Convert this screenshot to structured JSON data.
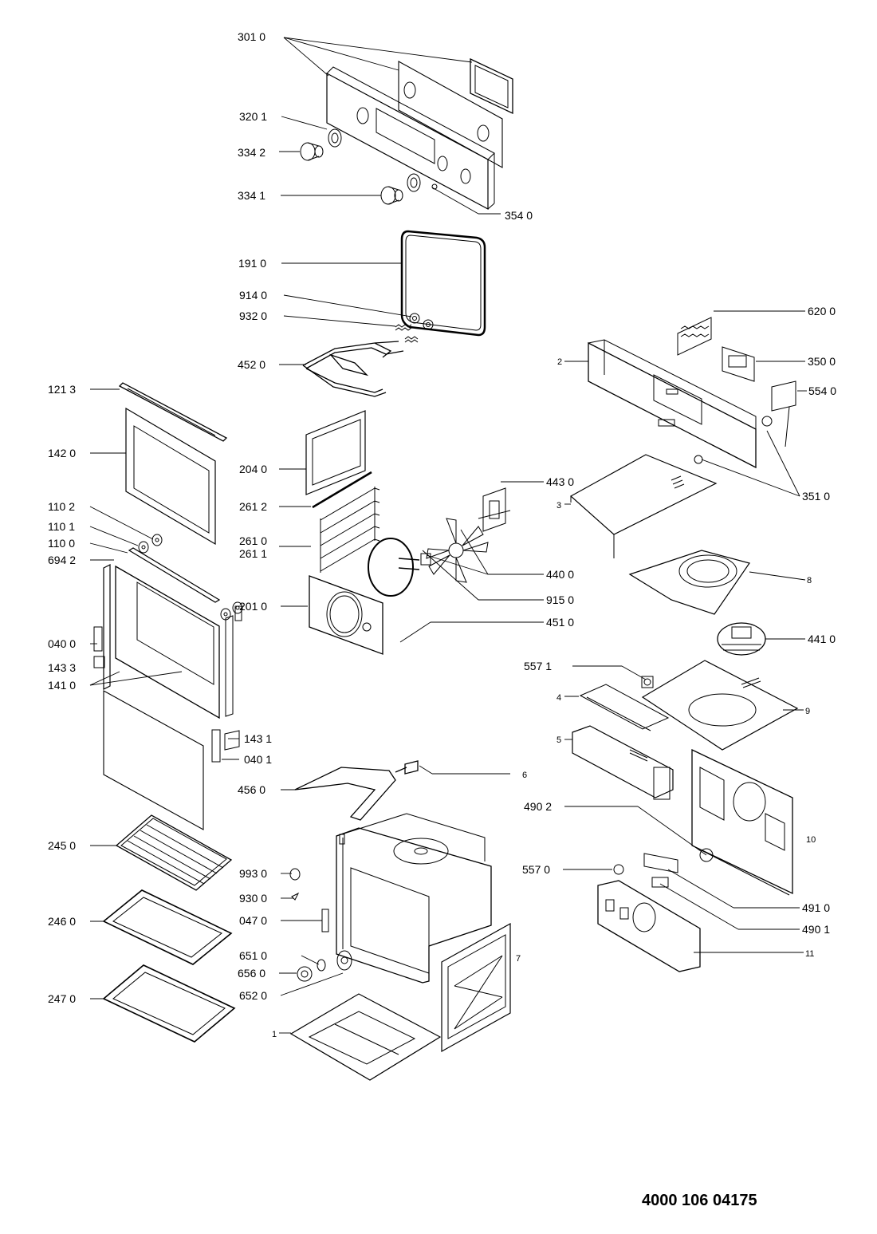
{
  "document_code": "4000 106 04175",
  "labels": {
    "p3010": "301 0",
    "p3201": "320 1",
    "p3342": "334 2",
    "p3341": "334 1",
    "p3540": "354 0",
    "p1910": "191 0",
    "p9140": "914 0",
    "p9320": "932 0",
    "p4520": "452 0",
    "p1213": "121 3",
    "p1420": "142 0",
    "p2040": "204 0",
    "p2612": "261 2",
    "p2610": "261 0",
    "p2611": "261 1",
    "p1102": "110 2",
    "p1101": "110 1",
    "p1100": "110 0",
    "p6942": "694 2",
    "p2010": "201 0",
    "p0400": "040 0",
    "p1433": "143 3",
    "p1410": "141 0",
    "p1431": "143 1",
    "p0401": "040 1",
    "p4560": "456 0",
    "p2450": "245 0",
    "p9930": "993 0",
    "p9300": "930 0",
    "p2460": "246 0",
    "p0470": "047 0",
    "p6510": "651 0",
    "p6560": "656 0",
    "p6520": "652 0",
    "p2470": "247 0",
    "p1": "1",
    "p2": "2",
    "p3": "3",
    "p4": "4",
    "p5": "5",
    "p6": "6",
    "p7": "7",
    "p8": "8",
    "p9": "9",
    "p10": "10",
    "p11": "11",
    "p6200": "620 0",
    "p3500": "350 0",
    "p5540": "554 0",
    "p3510": "351 0",
    "p4430": "443 0",
    "p4400": "440 0",
    "p9150": "915 0",
    "p4510": "451 0",
    "p4410": "441 0",
    "p5571": "557 1",
    "p4902": "490 2",
    "p5570": "557 0",
    "p4910": "491 0",
    "p4901": "490 1"
  }
}
